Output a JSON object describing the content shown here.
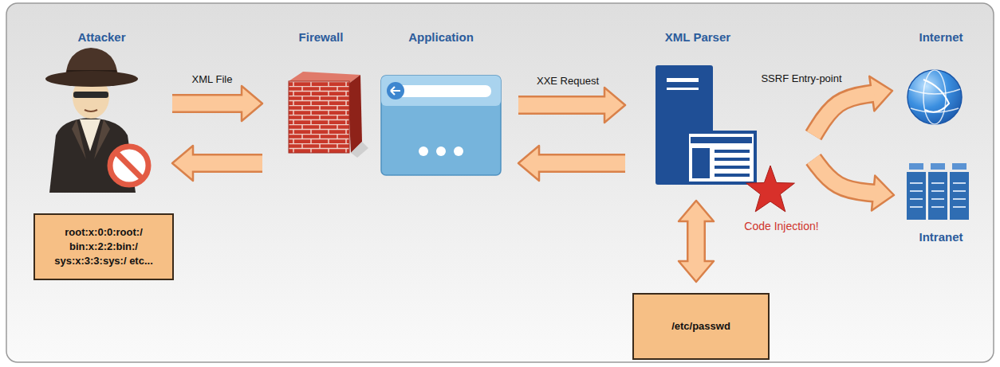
{
  "diagram": {
    "nodes": [
      {
        "text": [
          "Attacker"
        ]
      },
      {
        "text": [
          "Firewall"
        ]
      },
      {
        "text": [
          "Application"
        ]
      },
      {
        "text": [
          "XML Parser"
        ]
      },
      {
        "text": [
          "Internet"
        ]
      },
      {
        "text": [
          "Intranet"
        ]
      },
      {
        "text": [
          "root:x:0:0:root:/ bin:x:2:2:bin:/ sys:x:3:3:sys:/ etc..."
        ]
      },
      {
        "text": [
          "/etc/passwd"
        ]
      }
    ],
    "edges": [
      {
        "from": 0,
        "to": 1,
        "label": "XML File",
        "arrow": "to"
      },
      {
        "from": 1,
        "to": 0,
        "arrow": "to"
      },
      {
        "from": 2,
        "to": 3,
        "label": "XXE Request",
        "arrow": "to"
      },
      {
        "from": 3,
        "to": 2,
        "arrow": "to"
      },
      {
        "from": 3,
        "to": 4,
        "label": "SSRF Entry-point",
        "arrow": "to"
      },
      {
        "from": 3,
        "to": 5,
        "arrow": "to"
      },
      {
        "from": 3,
        "to": 7,
        "arrow": "both"
      }
    ],
    "labels": [
      "Code Injection!"
    ]
  }
}
